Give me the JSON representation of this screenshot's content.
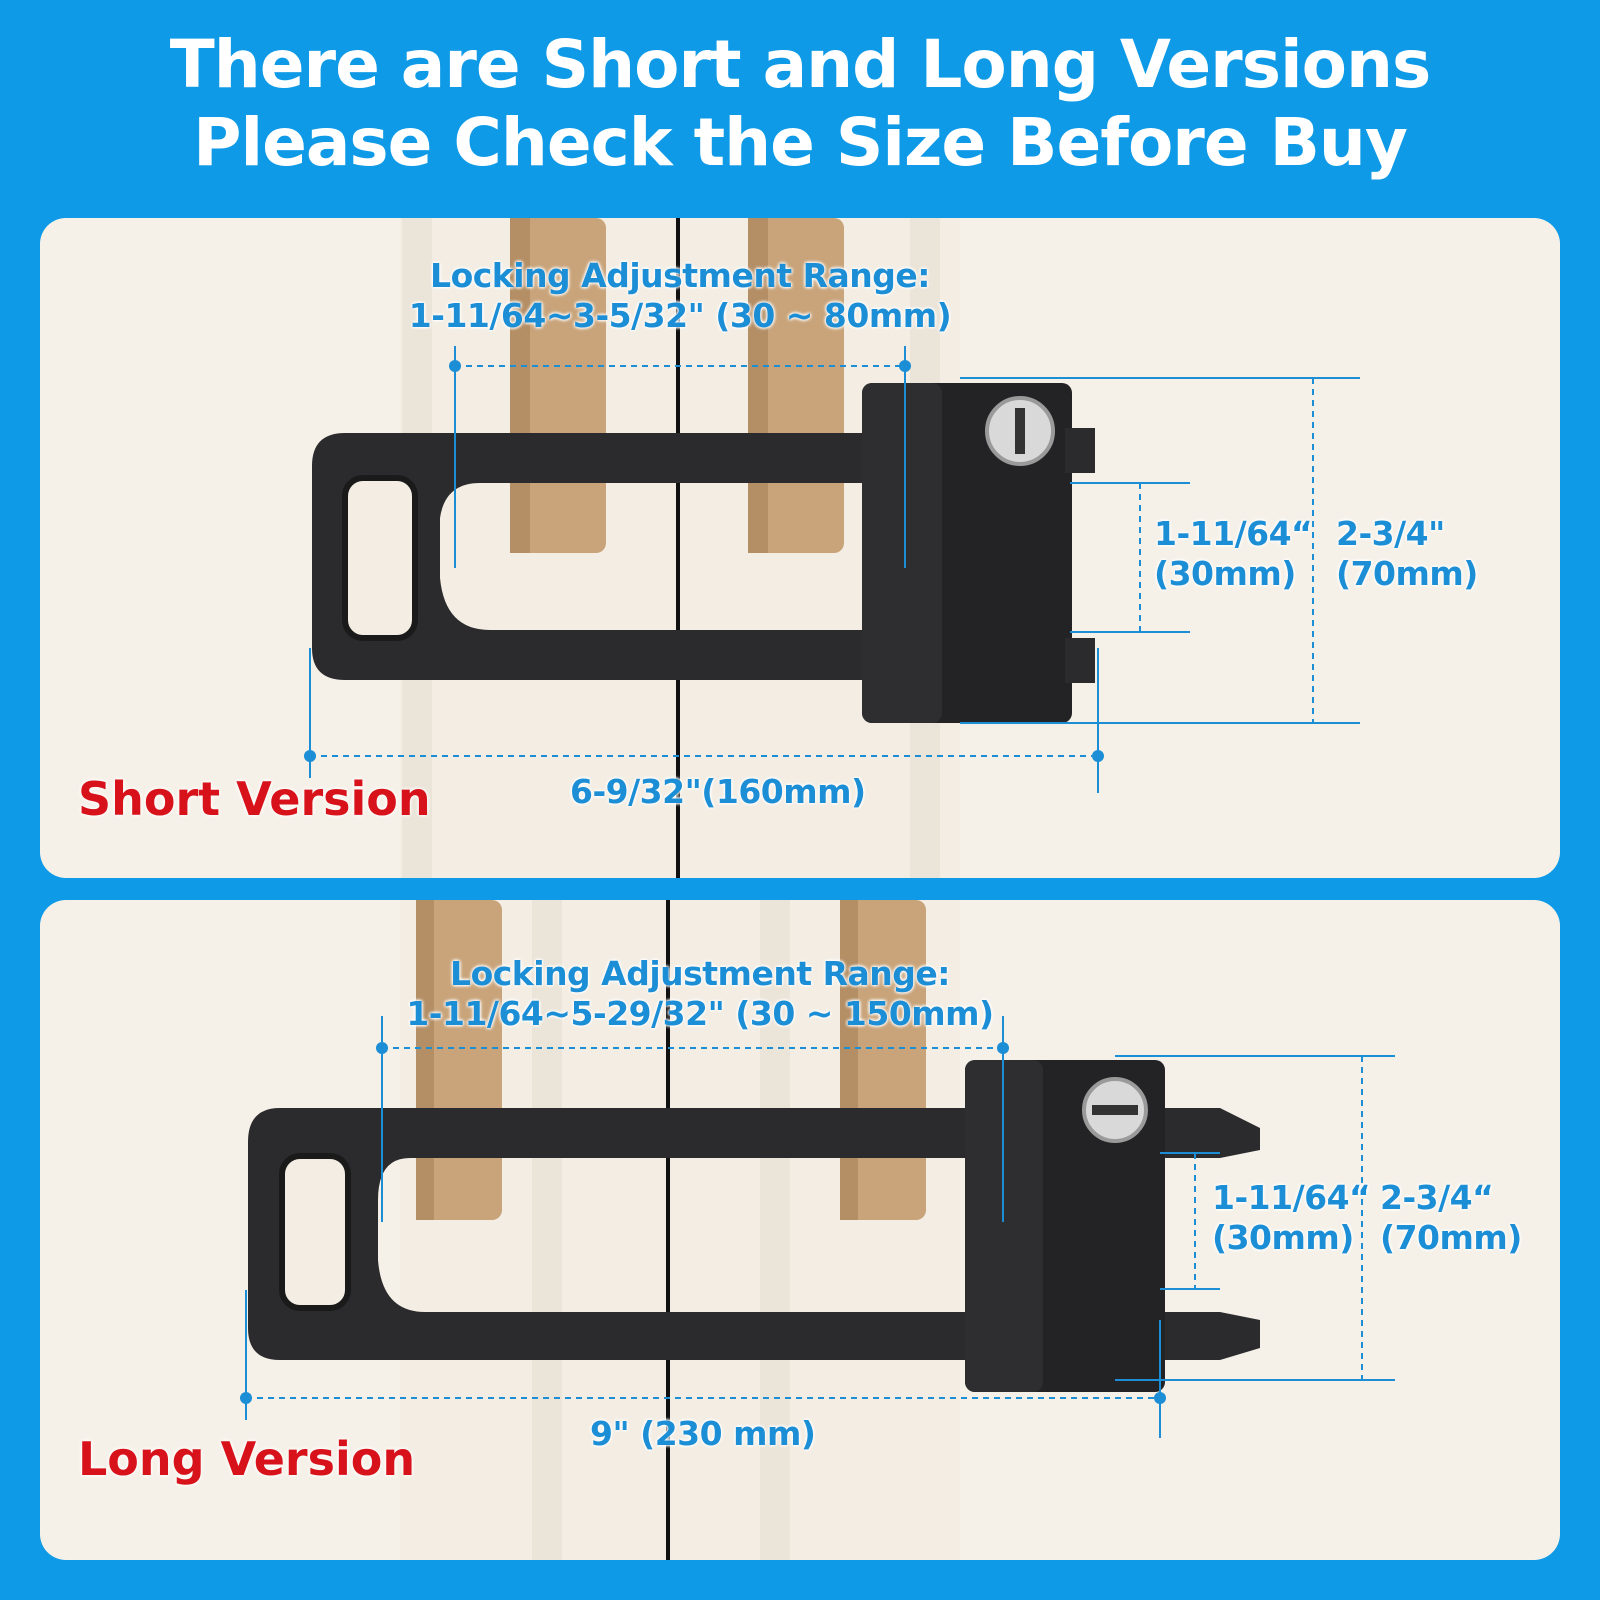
{
  "headline": {
    "line1": "There are Short and Long Versions",
    "line2": "Please Check the Size Before Buy"
  },
  "colors": {
    "background": "#0e9ae6",
    "panel": "#f6f1e8",
    "dimension": "#1c8ed6",
    "version_label": "#d7121a",
    "lock_body": "#2a2a2c",
    "handle": "#c9a47a"
  },
  "short_version": {
    "label": "Short Version",
    "range_title": "Locking Adjustment Range:",
    "range_value": "1-11/64~3-5/32\" (30 ~ 80mm)",
    "gap_inch": "1-11/64“",
    "gap_mm": "(30mm)",
    "height_inch": "2-3/4\"",
    "height_mm": "(70mm)",
    "length": "6-9/32\"(160mm)"
  },
  "long_version": {
    "label": "Long Version",
    "range_title": "Locking Adjustment Range:",
    "range_value": "1-11/64~5-29/32\" (30 ~ 150mm)",
    "gap_inch": "1-11/64“",
    "gap_mm": "(30mm)",
    "height_inch": "2-3/4“",
    "height_mm": "(70mm)",
    "length": "9\" (230 mm)"
  }
}
